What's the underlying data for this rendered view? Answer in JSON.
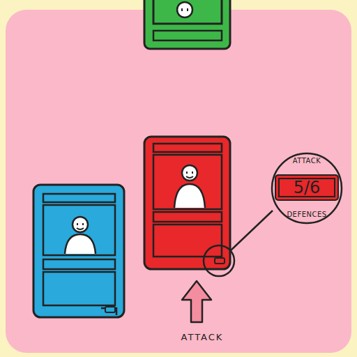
{
  "diagram": {
    "nodes": [
      {
        "text": [
          "ATTACK",
          "DEFENCES"
        ]
      },
      {
        "text": [
          "5/6"
        ],
        "in": 0
      }
    ],
    "labels": [
      "ATTACK"
    ]
  }
}
